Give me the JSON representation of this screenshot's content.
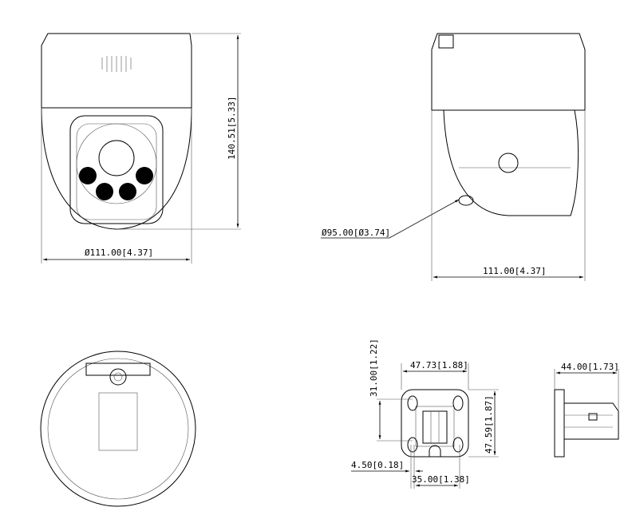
{
  "dimensions": {
    "front_width": "Ø111.00[4.37]",
    "front_height": "140.51[5.33]",
    "side_dome_diameter": "Ø95.00[Ø3.74]",
    "side_width": "111.00[4.37]",
    "bracket_width": "47.73[1.88]",
    "bracket_hole_spacing_v": "31.00[1.22]",
    "bracket_height": "47.59[1.87]",
    "bracket_offset": "4.50[0.18]",
    "bracket_hole_spacing_h": "35.00[1.38]",
    "bracket_depth": "44.00[1.73]"
  }
}
